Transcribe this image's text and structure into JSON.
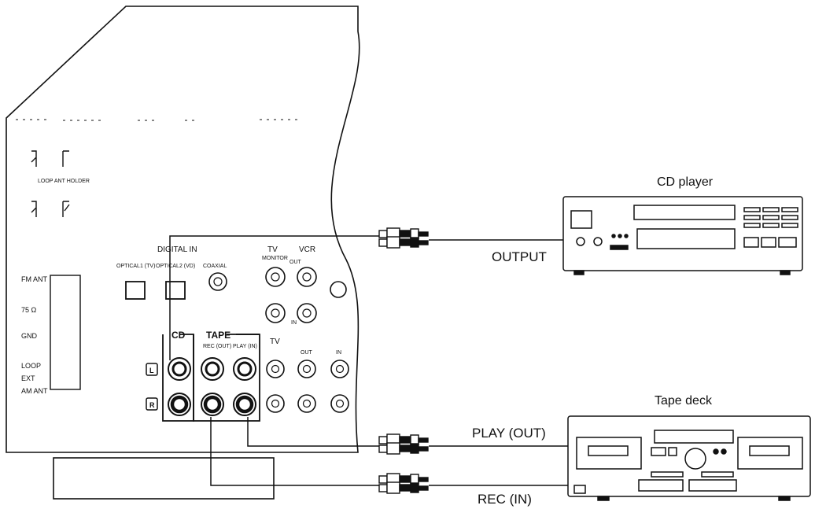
{
  "receiver": {
    "loop_holder": "LOOP ANT HOLDER",
    "fm_ant": "FM ANT",
    "ohm": "75 Ω",
    "gnd": "GND",
    "loop": "LOOP",
    "ext": "EXT",
    "am_ant": "AM ANT",
    "digital_in": "DIGITAL IN",
    "optical1": "OPTICAL1 (TV)",
    "optical2": "OPTICAL2 (VD)",
    "coaxial": "COAXIAL",
    "tv_monitor": "TV",
    "monitor": "MONITOR",
    "out": "OUT",
    "vcr": "VCR",
    "in": "IN",
    "cd": "CD",
    "tape": "TAPE",
    "rec_out": "REC (OUT)",
    "play_in": "PLAY (IN)",
    "tv2": "TV",
    "out2": "OUT",
    "in2": "IN",
    "left": "L",
    "right": "R"
  },
  "devices": {
    "cd_player": "CD player",
    "cd_output": "OUTPUT",
    "tape_deck": "Tape deck",
    "tape_play": "PLAY (OUT)",
    "tape_rec": "REC (IN)"
  }
}
